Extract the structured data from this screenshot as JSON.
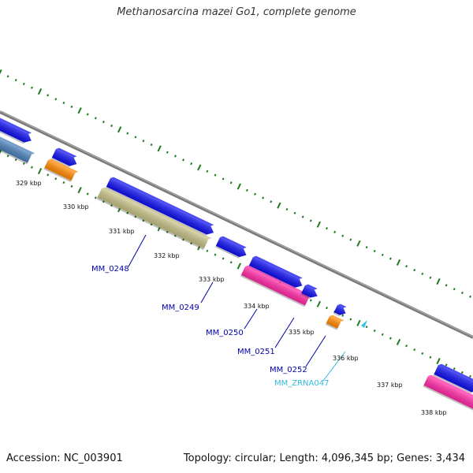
{
  "title": "Methanosarcina mazei Go1, complete genome",
  "accession_text": "Accession: NC_003901",
  "summary_text": "Topology: circular; Length: 4,096,345 bp; Genes: 3,434",
  "colors": {
    "backbone": "#888888",
    "tick": "#1f7a1f",
    "forward_cds": "#1010ee",
    "steelblue": "#4a7fb8",
    "orange": "#ff8800",
    "khaki": "#c4bf86",
    "magenta": "#ff2aa5",
    "rna": "#33c4e8",
    "label": "#0000aa",
    "rna_label": "#33bbdd"
  },
  "kbp_labels": [
    "329 kbp",
    "330 kbp",
    "331 kbp",
    "332 kbp",
    "333 kbp",
    "334 kbp",
    "335 kbp",
    "336 kbp",
    "337 kbp",
    "338 kbp"
  ],
  "gene_labels": [
    {
      "id": "MM_0248",
      "type": "cds"
    },
    {
      "id": "MM_0249",
      "type": "cds"
    },
    {
      "id": "MM_0250",
      "type": "cds"
    },
    {
      "id": "MM_0251",
      "type": "cds"
    },
    {
      "id": "MM_0252",
      "type": "cds"
    },
    {
      "id": "MM_ZRNA047",
      "type": "rna"
    }
  ]
}
